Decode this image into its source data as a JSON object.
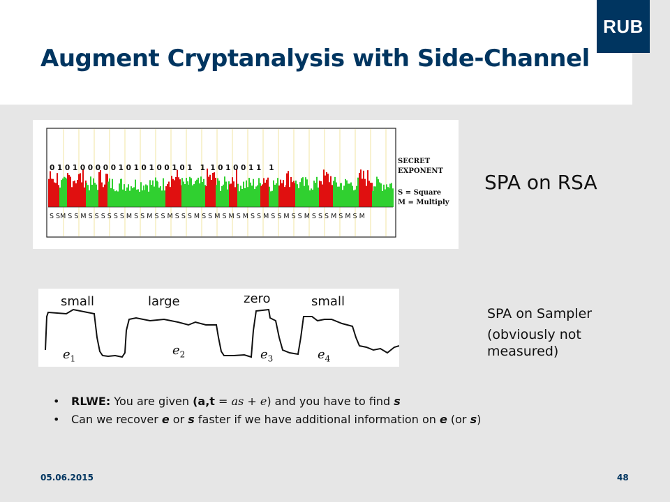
{
  "header": {
    "logo_text": "RUB",
    "title": "Augment Cryptanalysis with Side-Channel"
  },
  "rsa_panel": {
    "bits": "0 1 0 1 0 0 0 0 0 1 0 1 0 1 0 0 1 0 1   1  1 0 1 0 0 1 1   1",
    "ops": "S SM S S M S S S S S S M S S M S S M S S S M S S M S M S M S S M S S M S S M S S S M S M S M",
    "legend_line1": "SECRET",
    "legend_line2": "EXPONENT",
    "legend_line3": "S = Square",
    "legend_line4": "M = Multiply",
    "label": "SPA on RSA"
  },
  "sampler_panel": {
    "words": [
      "small",
      "large",
      "zero",
      "small"
    ],
    "e_letter": "e",
    "e_subs": [
      "1",
      "2",
      "3",
      "4"
    ],
    "label_line1": "SPA on Sampler",
    "label_line2": "(obviously not measured)"
  },
  "bullets": {
    "b1_bold": "RLWE:",
    "b1_text": " You are given ",
    "b1_paren": "(a,t",
    "b1_math": " = as + e",
    "b1_close": ")",
    "b1_tail": " and you have to find ",
    "b1_s": "s",
    "b2_a": "Can we recover ",
    "b2_e": "e",
    "b2_or": " or ",
    "b2_s": "s",
    "b2_b": " faster if we have additional information on ",
    "b2_e2": "e",
    "b2_c": " (or ",
    "b2_s2": "s",
    "b2_d": ")"
  },
  "footer": {
    "date": "05.06.2015",
    "page": "48"
  },
  "colors": {
    "brand": "#003560",
    "trace_red": "#e01010",
    "trace_green": "#30d030"
  }
}
